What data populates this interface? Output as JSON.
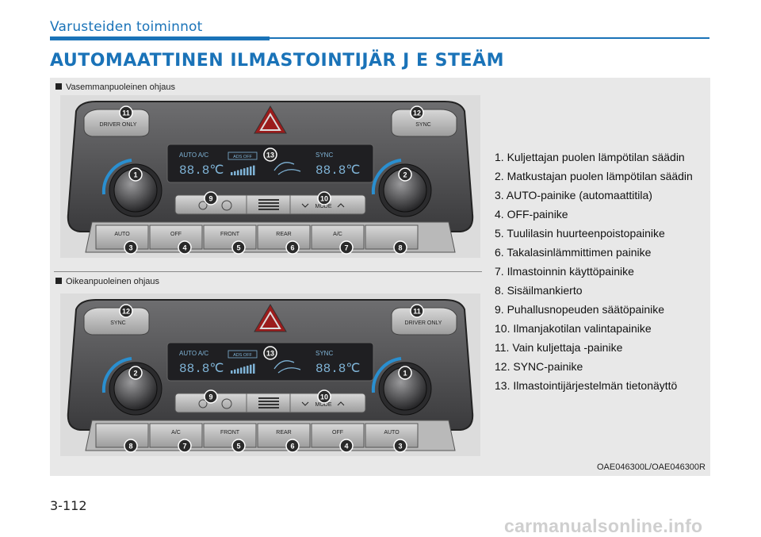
{
  "header": {
    "section_title": "Varusteiden toiminnot",
    "heading": "AUTOMAATTINEN ILMASTOINTIJÄR J E STEÄM"
  },
  "figure": {
    "left_caption": "Vasemmanpuoleinen ohjaus",
    "right_caption": "Oikeanpuoleinen ohjaus",
    "code": "OAE046300L/OAE046300R",
    "panel_left": {
      "top_left_button": "DRIVER ONLY",
      "top_right_button": "SYNC",
      "display_left_label": "AUTO  A/C",
      "display_right_label": "SYNC",
      "display_temp_left": "88.8℃",
      "display_temp_right": "88.8℃",
      "adds_off": "ADS OFF",
      "mode_label": "MODE",
      "bottom_buttons": [
        "AUTO",
        "OFF",
        "FRONT",
        "REAR",
        "A/C",
        ""
      ],
      "callouts_top": [
        "11",
        "12",
        "13",
        "1",
        "2",
        "9",
        "10"
      ],
      "callouts_bottom": [
        "3",
        "4",
        "5",
        "6",
        "7",
        "8"
      ]
    },
    "panel_right": {
      "top_left_button": "SYNC",
      "top_right_button": "DRIVER ONLY",
      "display_left_label": "AUTO  A/C",
      "display_right_label": "SYNC",
      "display_temp_left": "88.8℃",
      "display_temp_right": "88.8℃",
      "adds_off": "ADS OFF",
      "mode_label": "MODE",
      "bottom_buttons": [
        "",
        "A/C",
        "FRONT",
        "REAR",
        "OFF",
        "AUTO"
      ],
      "callouts_top": [
        "12",
        "11",
        "13",
        "2",
        "1",
        "9",
        "10"
      ],
      "callouts_bottom": [
        "8",
        "7",
        "5",
        "6",
        "4",
        "3"
      ]
    }
  },
  "legend": [
    "1. Kuljettajan puolen lämpötilan säädin",
    "2. Matkustajan puolen lämpötilan säädin",
    "3. AUTO-painike (automaattitila)",
    "4. OFF-painike",
    "5. Tuulilasin huurteenpoistopainike",
    "6. Takalasinlämmittimen painike",
    "7. Ilmastoinnin käyttöpainike",
    "8. Sisäilmankierto",
    "9. Puhallusnopeuden säätöpainike",
    "10. Ilmanjakotilan valintapainike",
    "11. Vain kuljettaja -painike",
    "12. SYNC-painike",
    "13. Ilmastointijärjestelmän tietonäyttö"
  ],
  "page_number": "3-112",
  "watermark": "carmanualsonline.info"
}
